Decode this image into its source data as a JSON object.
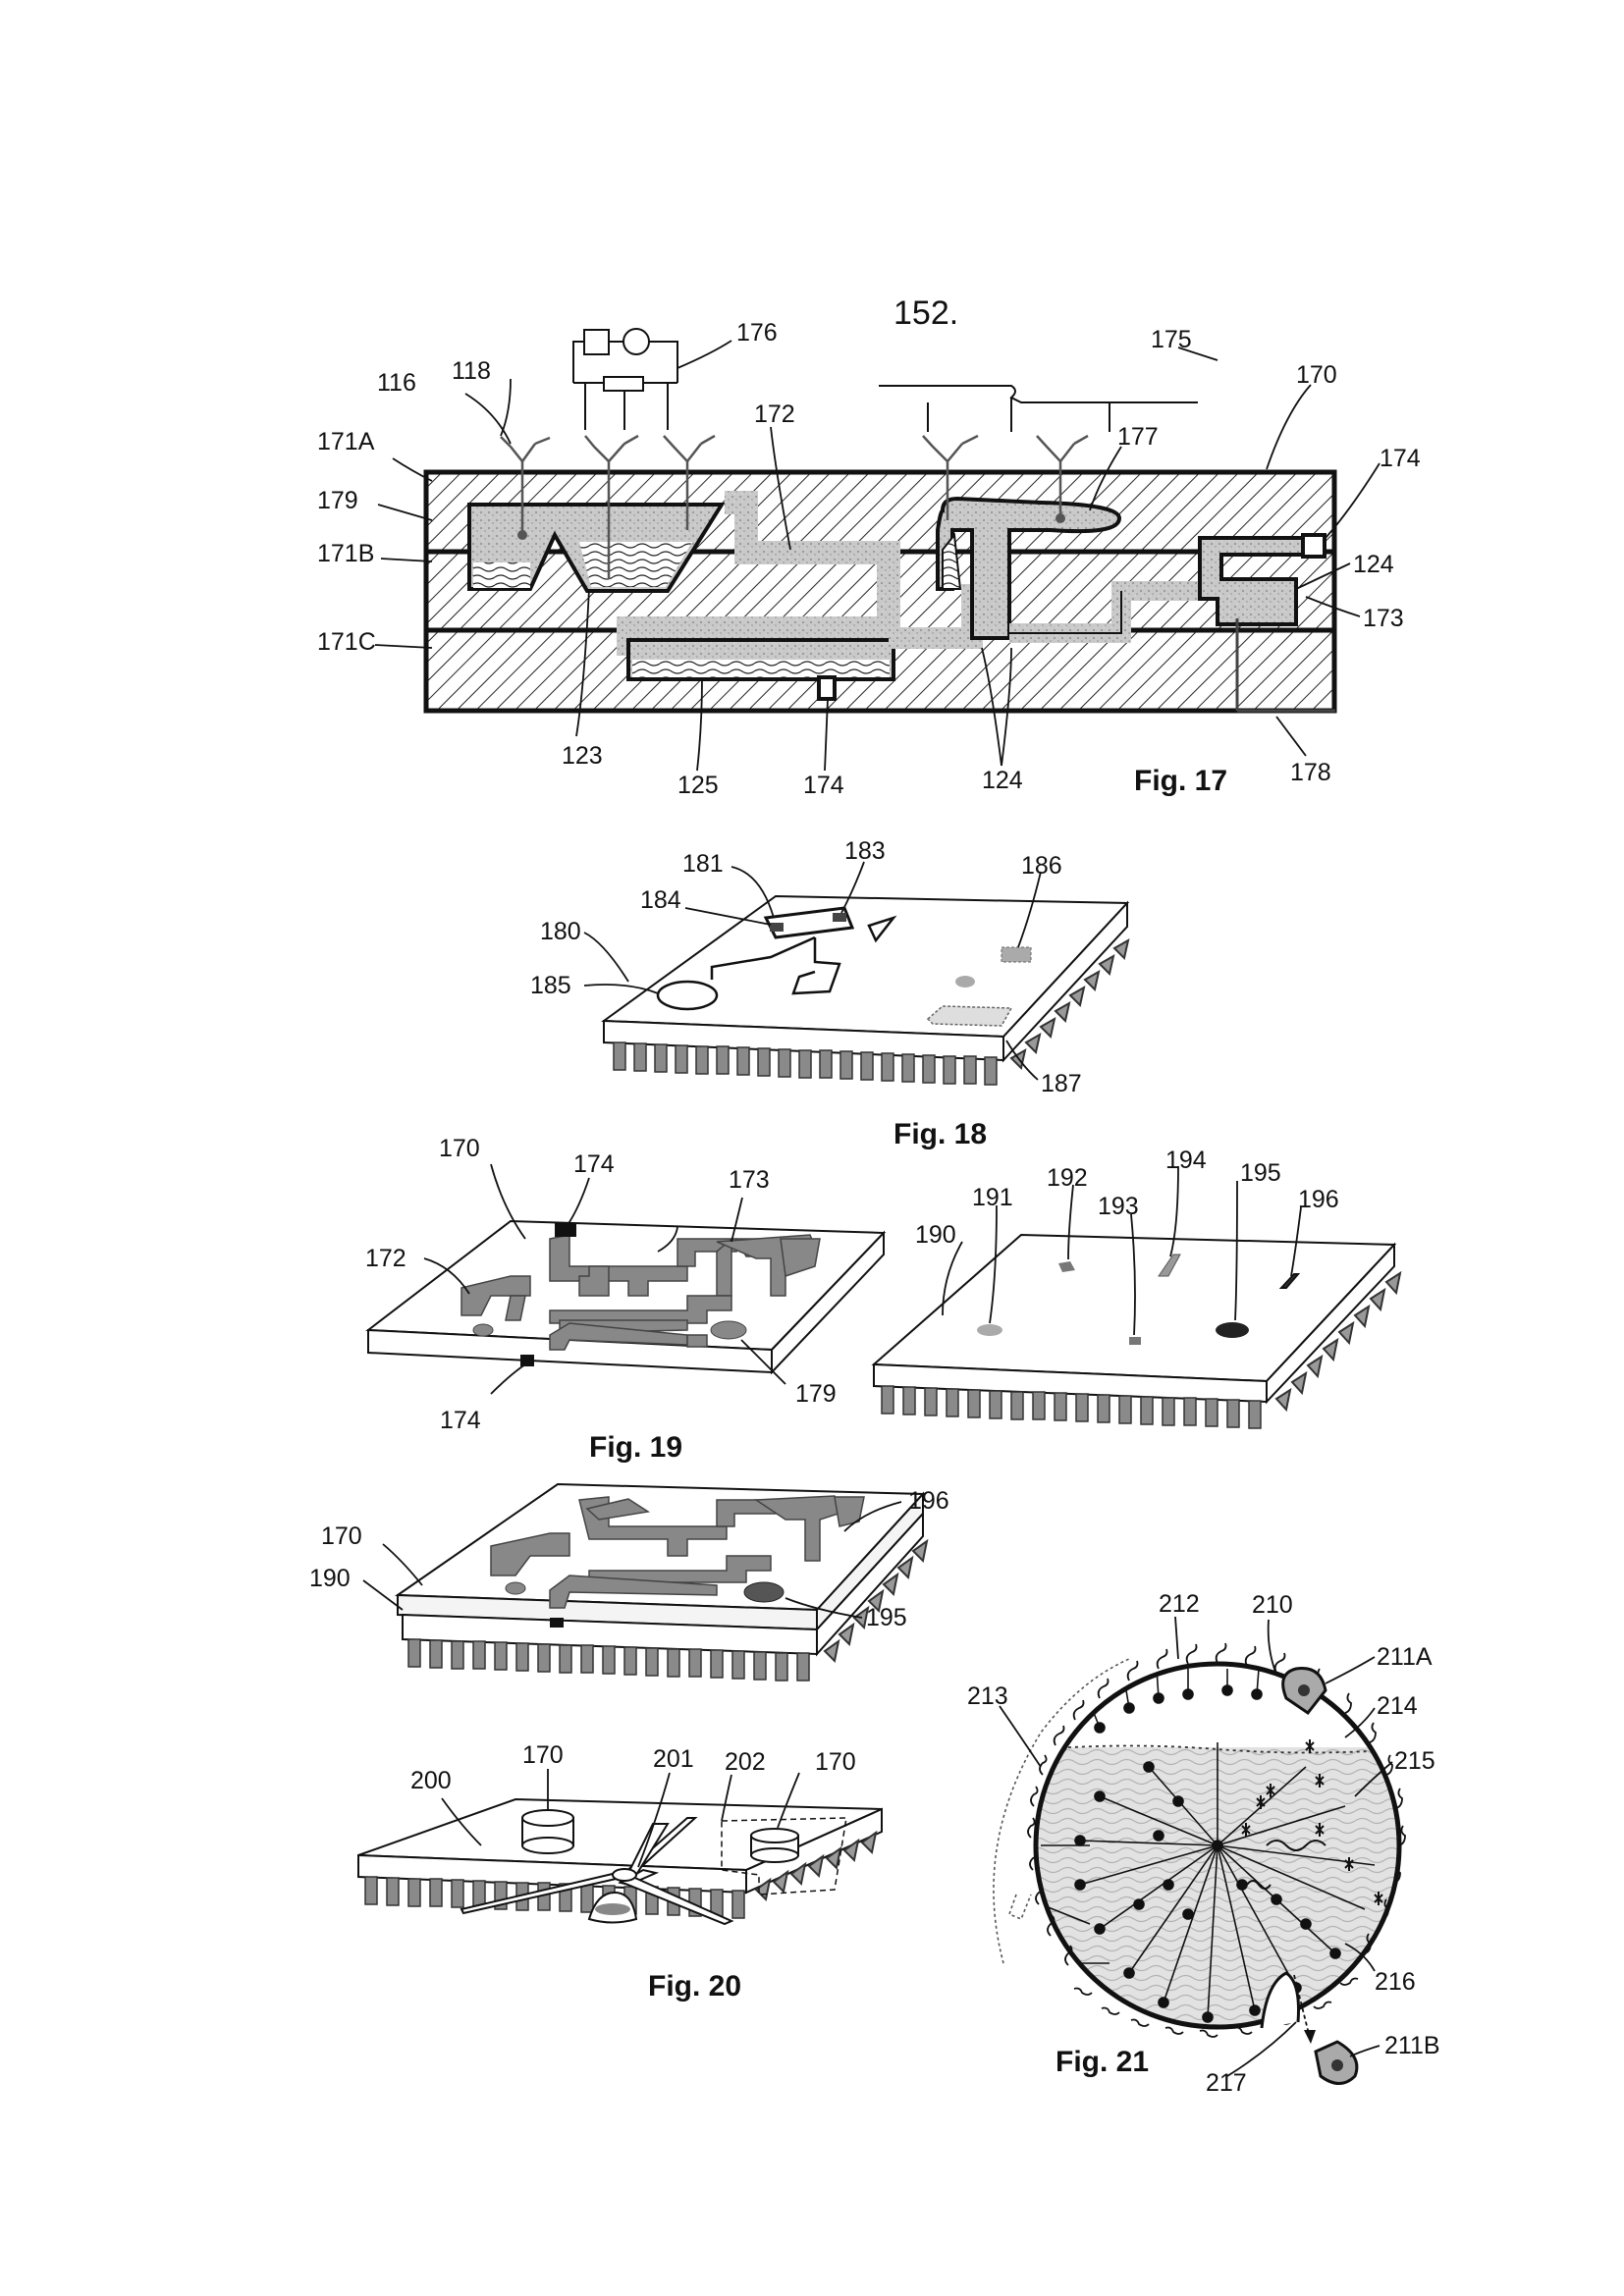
{
  "page_number": "152.",
  "figures": {
    "fig17": {
      "caption": "Fig. 17",
      "labels": {
        "l116": "116",
        "l118": "118",
        "l176": "176",
        "l175": "175",
        "l170": "170",
        "l171a": "171A",
        "l179": "179",
        "l171b": "171B",
        "l171c": "171C",
        "l172": "172",
        "l177": "177",
        "l174a": "174",
        "l124a": "124",
        "l173": "173",
        "l123": "123",
        "l125": "125",
        "l174b": "174",
        "l124b": "124",
        "l178": "178"
      }
    },
    "fig18": {
      "caption": "Fig. 18",
      "labels": {
        "l181": "181",
        "l183": "183",
        "l186": "186",
        "l184": "184",
        "l180": "180",
        "l185": "185",
        "l187": "187"
      }
    },
    "fig19": {
      "caption": "Fig. 19",
      "labels": {
        "l170": "170",
        "l174a": "174",
        "l173": "173",
        "l172": "172",
        "l174b": "174",
        "l179": "179",
        "l192": "192",
        "l194": "194",
        "l195": "195",
        "l191": "191",
        "l193": "193",
        "l196": "196",
        "l190": "190"
      }
    },
    "fig19b": {
      "labels": {
        "l196": "196",
        "l170": "170",
        "l190": "190",
        "l195": "195"
      }
    },
    "fig20": {
      "caption": "Fig. 20",
      "labels": {
        "l170a": "170",
        "l201": "201",
        "l202": "202",
        "l170b": "170",
        "l200": "200"
      }
    },
    "fig21": {
      "caption": "Fig. 21",
      "labels": {
        "l212": "212",
        "l210": "210",
        "l211a": "211A",
        "l214": "214",
        "l213": "213",
        "l215": "215",
        "l216": "216",
        "l217": "217",
        "l211b": "211B"
      }
    }
  }
}
